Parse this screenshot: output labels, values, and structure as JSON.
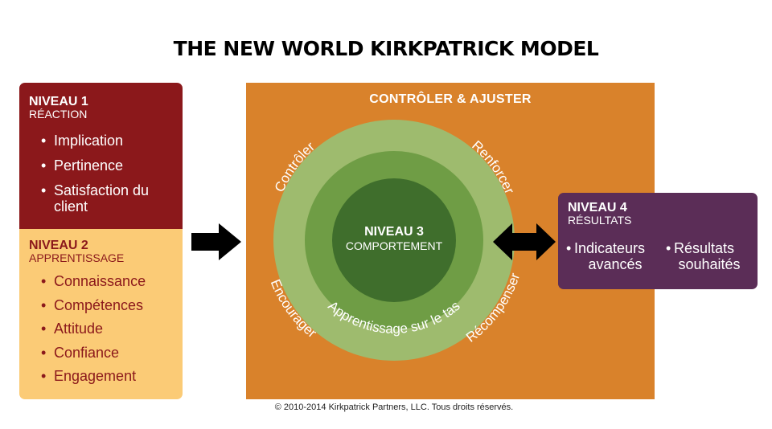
{
  "title": "THE NEW WORLD KIRKPATRICK MODEL",
  "level1": {
    "heading": "NIVEAU 1",
    "subheading": "RÉACTION",
    "items": [
      "Implication",
      "Pertinence",
      "Satisfaction du client"
    ]
  },
  "level2": {
    "heading": "NIVEAU 2",
    "subheading": "APPRENTISSAGE",
    "items": [
      "Connaissance",
      "Compétences",
      "Attitude",
      "Confiance",
      "Engagement"
    ]
  },
  "monitor": {
    "title": "CONTRÔLER & AJUSTER",
    "ring_labels": [
      "Contrôler",
      "Renforcer",
      "Encourager",
      "Récompenser"
    ],
    "inner_label": "Apprentissage sur le tas"
  },
  "level3": {
    "heading": "NIVEAU 3",
    "subheading": "COMPORTEMENT"
  },
  "level4": {
    "heading": "NIVEAU 4",
    "subheading": "RÉSULTATS",
    "items": [
      {
        "line1": "Indicateurs",
        "line2": "avancés"
      },
      {
        "line1": "Résultats",
        "line2": "souhaités"
      }
    ]
  },
  "footer": "© 2010-2014 Kirkpatrick Partners, LLC. Tous droits réservés.",
  "colors": {
    "level1_bg": "#8b181b",
    "level2_bg": "#fbcb76",
    "orange_bg": "#d9822b",
    "outer_ring": "#9ebb6e",
    "middle_ring": "#6f9d45",
    "center": "#3f6e2c",
    "level4_bg": "#5b2d57"
  }
}
